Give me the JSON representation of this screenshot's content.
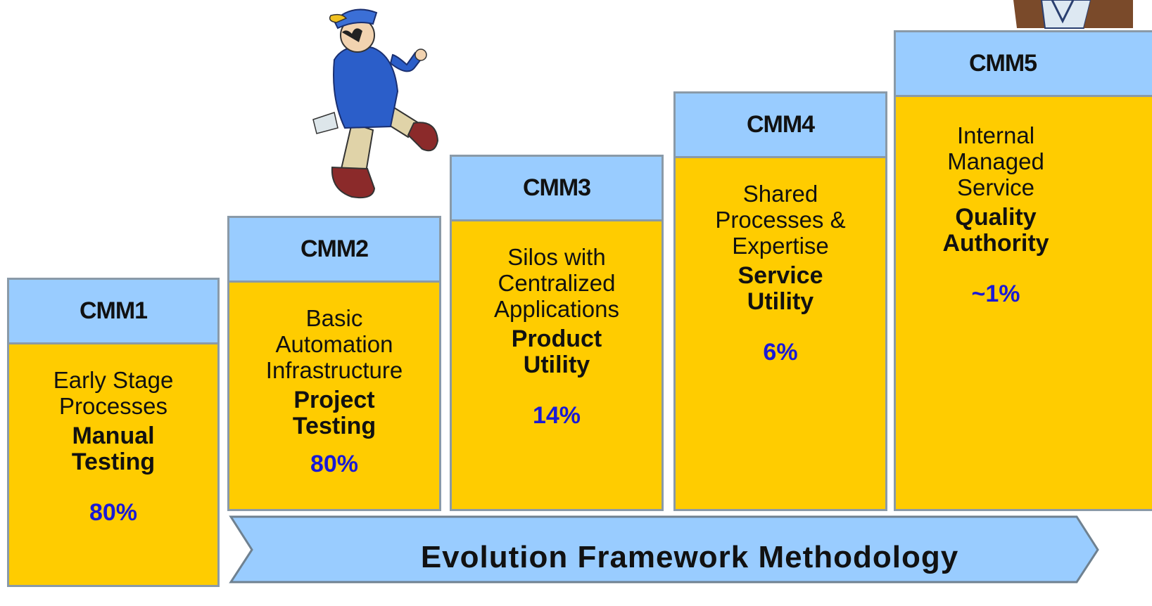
{
  "steps": [
    {
      "level": "CMM1",
      "description_lines": [
        "Early Stage",
        "Processes"
      ],
      "service_lines": [
        "Manual",
        "Testing"
      ],
      "percent": "80%"
    },
    {
      "level": "CMM2",
      "description_lines": [
        "Basic",
        "Automation",
        "Infrastructure"
      ],
      "service_lines": [
        "Project",
        "Testing"
      ],
      "percent": "80%"
    },
    {
      "level": "CMM3",
      "description_lines": [
        "Silos with",
        "Centralized",
        "Applications"
      ],
      "service_lines": [
        "Product",
        "Utility"
      ],
      "percent": "14%"
    },
    {
      "level": "CMM4",
      "description_lines": [
        "Shared",
        "Processes &",
        "Expertise"
      ],
      "service_lines": [
        "Service",
        "Utility"
      ],
      "percent": "6%"
    },
    {
      "level": "CMM5",
      "description_lines": [
        "Internal",
        "Managed",
        "Service"
      ],
      "service_lines": [
        "Quality",
        "Authority"
      ],
      "percent": "~1%"
    }
  ],
  "arrow": {
    "label": "Evolution Framework Methodology"
  },
  "colors": {
    "header": "#99ccff",
    "body": "#ffcc00",
    "percent": "#1a1ad6",
    "arrow": "#99ccff"
  },
  "icons": {
    "walker": "walking-person-icon",
    "top_figure": "partial-figure-icon"
  }
}
